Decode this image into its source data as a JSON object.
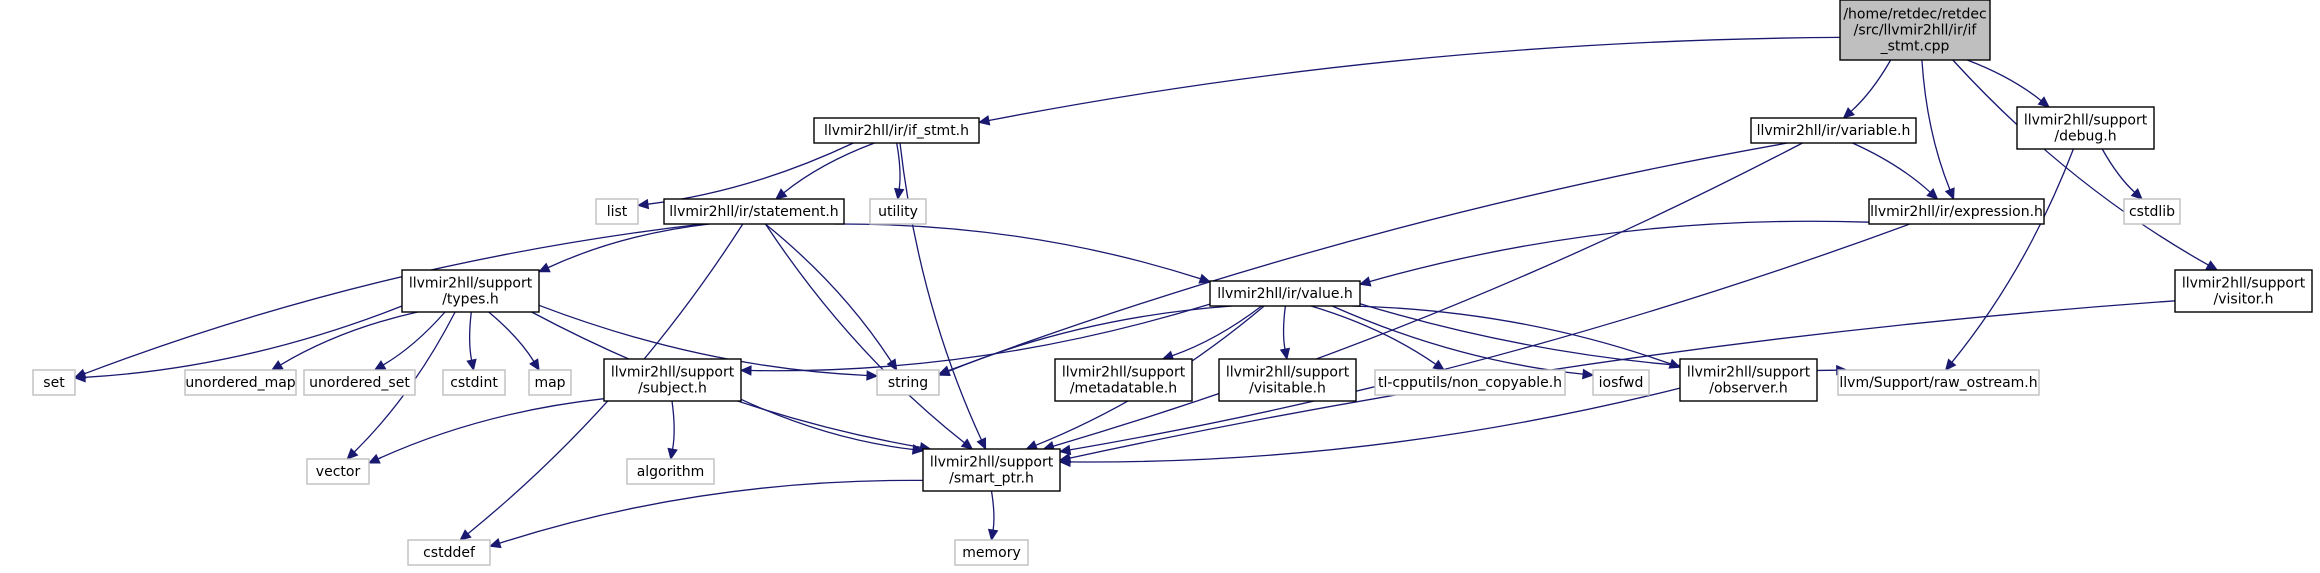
{
  "colors": {
    "root_fill": "#bfbfbf",
    "root_stroke": "#000000",
    "node_fill": "#ffffff",
    "node_stroke": "#000000",
    "ext_stroke": "#bfbfbf",
    "edge": "#191970"
  },
  "nodes": [
    {
      "id": "root",
      "kind": "root",
      "lines": [
        "/home/retdec/retdec",
        "/src/llvmir2hll/ir/if",
        "_stmt.cpp"
      ]
    },
    {
      "id": "if_stmt",
      "kind": "internal",
      "lines": [
        "llvmir2hll/ir/if_stmt.h"
      ]
    },
    {
      "id": "variable",
      "kind": "internal",
      "lines": [
        "llvmir2hll/ir/variable.h"
      ]
    },
    {
      "id": "debug",
      "kind": "internal",
      "lines": [
        "llvmir2hll/support",
        "/debug.h"
      ]
    },
    {
      "id": "list",
      "kind": "external",
      "lines": [
        "list"
      ]
    },
    {
      "id": "statement",
      "kind": "internal",
      "lines": [
        "llvmir2hll/ir/statement.h"
      ]
    },
    {
      "id": "utility",
      "kind": "external",
      "lines": [
        "utility"
      ]
    },
    {
      "id": "expression",
      "kind": "internal",
      "lines": [
        "llvmir2hll/ir/expression.h"
      ]
    },
    {
      "id": "cstdlib",
      "kind": "external",
      "lines": [
        "cstdlib"
      ]
    },
    {
      "id": "types",
      "kind": "internal",
      "lines": [
        "llvmir2hll/support",
        "/types.h"
      ]
    },
    {
      "id": "value",
      "kind": "internal",
      "lines": [
        "llvmir2hll/ir/value.h"
      ]
    },
    {
      "id": "visitor",
      "kind": "internal",
      "lines": [
        "llvmir2hll/support",
        "/visitor.h"
      ]
    },
    {
      "id": "set",
      "kind": "external",
      "lines": [
        "set"
      ]
    },
    {
      "id": "unordered_map",
      "kind": "external",
      "lines": [
        "unordered_map"
      ]
    },
    {
      "id": "unordered_set",
      "kind": "external",
      "lines": [
        "unordered_set"
      ]
    },
    {
      "id": "cstdint",
      "kind": "external",
      "lines": [
        "cstdint"
      ]
    },
    {
      "id": "map",
      "kind": "external",
      "lines": [
        "map"
      ]
    },
    {
      "id": "subject",
      "kind": "internal",
      "lines": [
        "llvmir2hll/support",
        "/subject.h"
      ]
    },
    {
      "id": "string",
      "kind": "external",
      "lines": [
        "string"
      ]
    },
    {
      "id": "metadatable",
      "kind": "internal",
      "lines": [
        "llvmir2hll/support",
        "/metadatable.h"
      ]
    },
    {
      "id": "visitable",
      "kind": "internal",
      "lines": [
        "llvmir2hll/support",
        "/visitable.h"
      ]
    },
    {
      "id": "non_copyable",
      "kind": "external",
      "lines": [
        "tl-cpputils/non_copyable.h"
      ]
    },
    {
      "id": "iosfwd",
      "kind": "external",
      "lines": [
        "iosfwd"
      ]
    },
    {
      "id": "observer",
      "kind": "internal",
      "lines": [
        "llvmir2hll/support",
        "/observer.h"
      ]
    },
    {
      "id": "raw_ostream",
      "kind": "external",
      "lines": [
        "llvm/Support/raw_ostream.h"
      ]
    },
    {
      "id": "algorithm",
      "kind": "external",
      "lines": [
        "algorithm"
      ]
    },
    {
      "id": "vector",
      "kind": "external",
      "lines": [
        "vector"
      ]
    },
    {
      "id": "smart_ptr",
      "kind": "internal",
      "lines": [
        "llvmir2hll/support",
        "/smart_ptr.h"
      ]
    },
    {
      "id": "cstddef",
      "kind": "external",
      "lines": [
        "cstddef"
      ]
    },
    {
      "id": "memory",
      "kind": "external",
      "lines": [
        "memory"
      ]
    }
  ],
  "edges": [
    [
      "root",
      "if_stmt"
    ],
    [
      "root",
      "variable"
    ],
    [
      "root",
      "expression"
    ],
    [
      "root",
      "debug"
    ],
    [
      "root",
      "visitor"
    ],
    [
      "if_stmt",
      "list"
    ],
    [
      "if_stmt",
      "statement"
    ],
    [
      "if_stmt",
      "utility"
    ],
    [
      "if_stmt",
      "smart_ptr"
    ],
    [
      "variable",
      "expression"
    ],
    [
      "variable",
      "string"
    ],
    [
      "variable",
      "smart_ptr"
    ],
    [
      "debug",
      "cstdlib"
    ],
    [
      "debug",
      "raw_ostream"
    ],
    [
      "statement",
      "types"
    ],
    [
      "statement",
      "value"
    ],
    [
      "statement",
      "set"
    ],
    [
      "statement",
      "string"
    ],
    [
      "statement",
      "smart_ptr"
    ],
    [
      "statement",
      "cstddef"
    ],
    [
      "expression",
      "value"
    ],
    [
      "expression",
      "smart_ptr"
    ],
    [
      "visitor",
      "smart_ptr"
    ],
    [
      "types",
      "set"
    ],
    [
      "types",
      "unordered_map"
    ],
    [
      "types",
      "unordered_set"
    ],
    [
      "types",
      "cstdint"
    ],
    [
      "types",
      "map"
    ],
    [
      "types",
      "string"
    ],
    [
      "types",
      "vector"
    ],
    [
      "types",
      "smart_ptr"
    ],
    [
      "value",
      "subject"
    ],
    [
      "value",
      "string"
    ],
    [
      "value",
      "metadatable"
    ],
    [
      "value",
      "visitable"
    ],
    [
      "value",
      "non_copyable"
    ],
    [
      "value",
      "iosfwd"
    ],
    [
      "value",
      "observer"
    ],
    [
      "value",
      "raw_ostream"
    ],
    [
      "value",
      "smart_ptr"
    ],
    [
      "subject",
      "vector"
    ],
    [
      "subject",
      "algorithm"
    ],
    [
      "subject",
      "smart_ptr"
    ],
    [
      "observer",
      "smart_ptr"
    ],
    [
      "smart_ptr",
      "cstddef"
    ],
    [
      "smart_ptr",
      "memory"
    ]
  ]
}
